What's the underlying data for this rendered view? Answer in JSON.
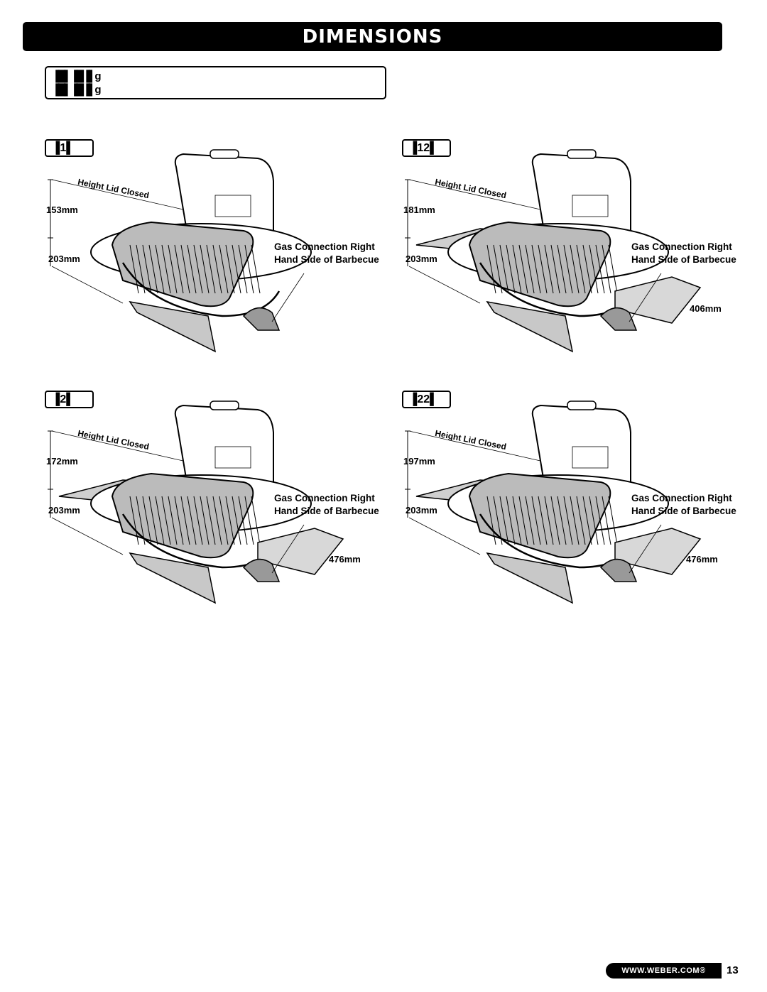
{
  "header": {
    "title": "DIMENSIONS"
  },
  "info_box": {
    "line1": "▐█▌▐█▐▌g",
    "line2": "▐█▌▐█▐▌g"
  },
  "panels": [
    {
      "tag": "▐1▌",
      "height_label": "Height Lid Closed",
      "top_dim": "153mm",
      "bottom_dim": "203mm",
      "gas_line1": "Gas Connection Right",
      "gas_line2": "Hand Side of Barbecue",
      "side_dim": ""
    },
    {
      "tag": "▐12▌",
      "height_label": "Height Lid Closed",
      "top_dim": "181mm",
      "bottom_dim": "203mm",
      "gas_line1": "Gas Connection Right",
      "gas_line2": "Hand Side of Barbecue",
      "side_dim": "406mm"
    },
    {
      "tag": "▐2▌",
      "height_label": "Height Lid Closed",
      "top_dim": "172mm",
      "bottom_dim": "203mm",
      "gas_line1": "Gas Connection Right",
      "gas_line2": "Hand Side of Barbecue",
      "side_dim": "476mm"
    },
    {
      "tag": "▐22▌",
      "height_label": "Height Lid Closed",
      "top_dim": "197mm",
      "bottom_dim": "203mm",
      "gas_line1": "Gas Connection Right",
      "gas_line2": "Hand Side of Barbecue",
      "side_dim": "476mm"
    }
  ],
  "footer": {
    "url": "WWW.WEBER.COM®",
    "page_number": "13"
  }
}
